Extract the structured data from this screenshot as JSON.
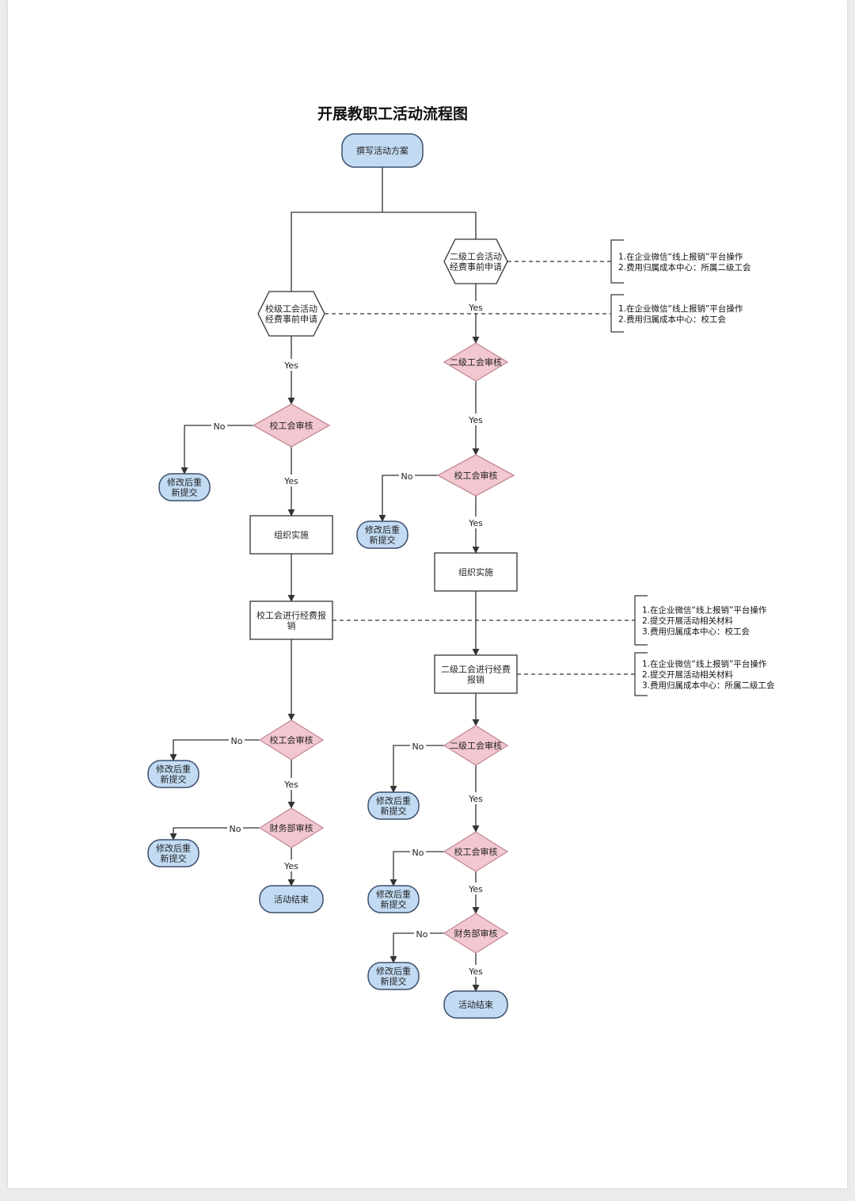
{
  "title": "开展教职工活动流程图",
  "colors": {
    "terminal_fill": "#c2dbf3",
    "terminal_stroke": "#3d4f6b",
    "decision_fill": "#f2c7cf",
    "decision_stroke": "#c28a94",
    "process_fill": "#ffffff",
    "line": "#333333"
  },
  "nodes": {
    "start": "撰写活动方案",
    "school_apply": [
      "校级工会活动",
      "经费事前申请"
    ],
    "second_apply": [
      "二级工会活动",
      "经费事前申请"
    ],
    "l_review1": "校工会审核",
    "l_revise1": [
      "修改后重",
      "新提交"
    ],
    "l_implement": "组织实施",
    "l_reimburse": [
      "校工会进行经费报",
      "销"
    ],
    "l_review2": "校工会审核",
    "l_revise2": [
      "修改后重",
      "新提交"
    ],
    "l_finance": "财务部审核",
    "l_revise3": [
      "修改后重",
      "新提交"
    ],
    "l_end": "活动结束",
    "r_review1": "二级工会审核",
    "r_review2": "校工会审核",
    "r_revise1": [
      "修改后重",
      "新提交"
    ],
    "r_implement": "组织实施",
    "r_reimburse": [
      "二级工会进行经费",
      "报销"
    ],
    "r_review3": "二级工会审核",
    "r_revise2": [
      "修改后重",
      "新提交"
    ],
    "r_review4": "校工会审核",
    "r_revise3": [
      "修改后重",
      "新提交"
    ],
    "r_finance": "财务部审核",
    "r_revise4": [
      "修改后重",
      "新提交"
    ],
    "r_end": "活动结束"
  },
  "notes": {
    "second_apply": [
      "1.在企业微信“线上报销”平台操作",
      "2.费用归属成本中心：所属二级工会"
    ],
    "school_apply": [
      "1.在企业微信“线上报销”平台操作",
      "2.费用归属成本中心：校工会"
    ],
    "l_reimburse": [
      "1.在企业微信“线上报销”平台操作",
      "2.提交开展活动相关材料",
      "3.费用归属成本中心：校工会"
    ],
    "r_reimburse": [
      "1.在企业微信“线上报销”平台操作",
      "2.提交开展活动相关材料",
      "3.费用归属成本中心：所属二级工会"
    ]
  },
  "edge_labels": {
    "yes": "Yes",
    "no": "No"
  }
}
